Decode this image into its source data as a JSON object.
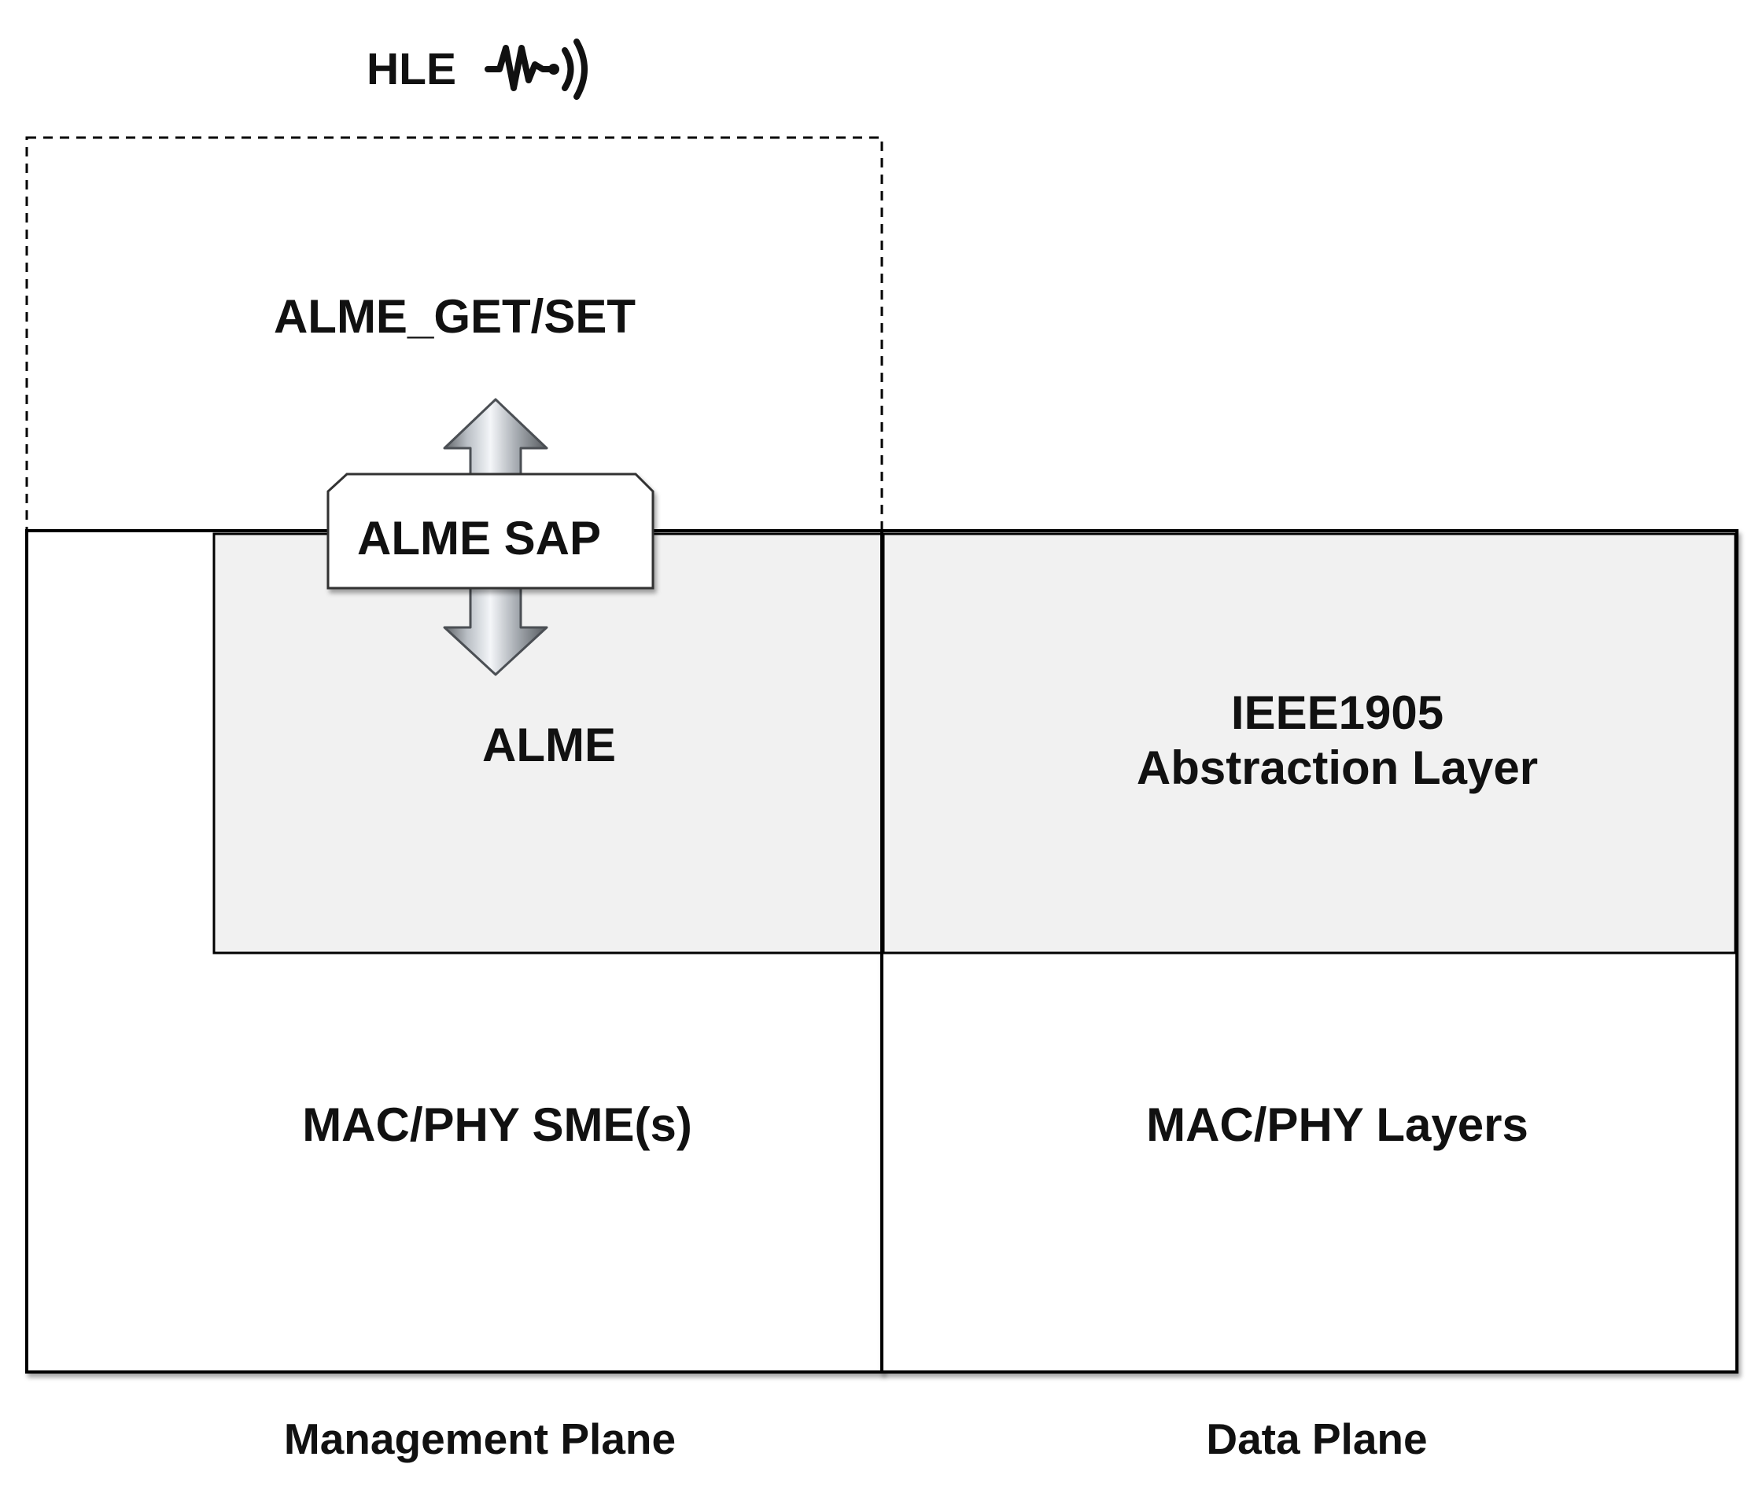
{
  "diagram": {
    "hle": {
      "label": "HLE",
      "icon": "signal-wave-icon"
    },
    "alme_get_set": {
      "label": "ALME_GET/SET"
    },
    "alme_sap": {
      "label": "ALME SAP"
    },
    "alme": {
      "label": "ALME"
    },
    "abstraction_layer": {
      "line1": "IEEE1905",
      "line2": "Abstraction Layer"
    },
    "mac_phy_sme": {
      "label": "MAC/PHY SME(s)"
    },
    "mac_phy_layers": {
      "label": "MAC/PHY Layers"
    },
    "management_plane": {
      "label": "Management Plane"
    },
    "data_plane": {
      "label": "Data Plane"
    },
    "colors": {
      "layer_fill": "#f1f1f1",
      "border": "#000000",
      "text": "#111111",
      "arrow_light": "#f2f4f7",
      "arrow_dark": "#6f7377"
    }
  }
}
